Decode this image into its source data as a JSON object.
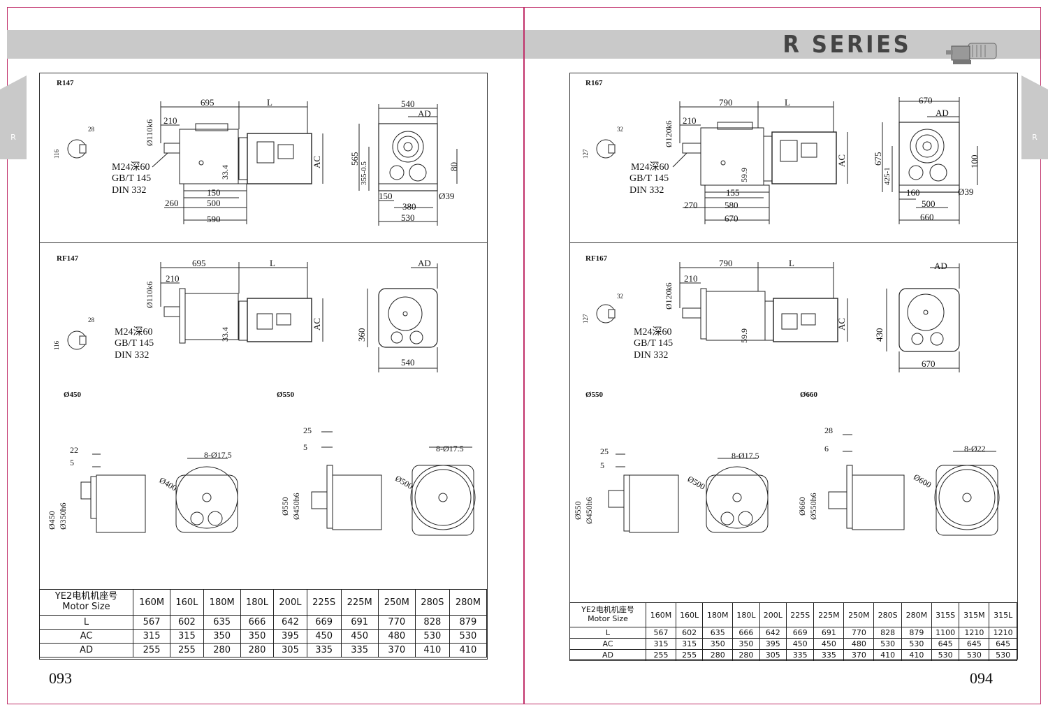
{
  "header": {
    "series_title": "R SERIES",
    "side_tab": "R"
  },
  "left": {
    "page_number": "093",
    "models": {
      "foot": "R147",
      "flange": "RF147"
    },
    "flange_labels": [
      "Ø450",
      "Ø550"
    ],
    "dims_foot": {
      "d695": "695",
      "dL": "L",
      "d210": "210",
      "shaft": "Ø110k6",
      "thread": "M24深60",
      "std1": "GB/T 145",
      "std2": "DIN 332",
      "d334": "33.4",
      "d150": "150",
      "d260": "260",
      "d500": "500",
      "d590": "590",
      "dAC": "AC",
      "d540": "540",
      "dAD": "AD",
      "d565": "565",
      "d355": "355-0.5",
      "d80": "80",
      "d150b": "150",
      "d380": "380",
      "dO39": "Ø39",
      "d530": "530",
      "key28": "28",
      "key116": "116"
    },
    "dims_flange": {
      "d695": "695",
      "dL": "L",
      "d210": "210",
      "shaft": "Ø110k6",
      "thread": "M24深60",
      "std1": "GB/T 145",
      "std2": "DIN 332",
      "d334": "33.4",
      "dAC": "AC",
      "dAD": "AD",
      "d360": "360",
      "d540": "540",
      "key28": "28",
      "key116": "116"
    },
    "flange_a": {
      "d22": "22",
      "d5": "5",
      "o450": "Ø450",
      "o350": "Ø350h6",
      "o400": "Ø400",
      "holes": "8-Ø17.5"
    },
    "flange_b": {
      "d25": "25",
      "d5": "5",
      "o550": "Ø550",
      "o450": "Ø450h6",
      "o500": "Ø500",
      "holes": "8-Ø17.5"
    },
    "table": {
      "header_cn": "YE2电机机座号",
      "header_en": "Motor Size",
      "sizes": [
        "160M",
        "160L",
        "180M",
        "180L",
        "200L",
        "225S",
        "225M",
        "250M",
        "280S",
        "280M"
      ],
      "rows": [
        {
          "label": "L",
          "values": [
            "567",
            "602",
            "635",
            "666",
            "642",
            "669",
            "691",
            "770",
            "828",
            "879"
          ]
        },
        {
          "label": "AC",
          "values": [
            "315",
            "315",
            "350",
            "350",
            "395",
            "450",
            "450",
            "480",
            "530",
            "530"
          ]
        },
        {
          "label": "AD",
          "values": [
            "255",
            "255",
            "280",
            "280",
            "305",
            "335",
            "335",
            "370",
            "410",
            "410"
          ]
        }
      ]
    }
  },
  "right": {
    "page_number": "094",
    "models": {
      "foot": "R167",
      "flange": "RF167"
    },
    "flange_labels": [
      "Ø550",
      "Ø660"
    ],
    "dims_foot": {
      "d695": "790",
      "dL": "L",
      "d210": "210",
      "shaft": "Ø120k6",
      "thread": "M24深60",
      "std1": "GB/T 145",
      "std2": "DIN 332",
      "d334": "59.9",
      "d150": "155",
      "d260": "270",
      "d500": "580",
      "d590": "670",
      "dAC": "AC",
      "d540": "670",
      "dAD": "AD",
      "d565": "675",
      "d355": "425-1",
      "d80": "100",
      "d150b": "160",
      "d380": "500",
      "dO39": "Ø39",
      "d530": "660",
      "key28": "32",
      "key116": "127"
    },
    "dims_flange": {
      "d695": "790",
      "dL": "L",
      "d210": "210",
      "shaft": "Ø120k6",
      "thread": "M24深60",
      "std1": "GB/T 145",
      "std2": "DIN 332",
      "d334": "59.9",
      "dAC": "AC",
      "dAD": "AD",
      "d360": "430",
      "d540": "670",
      "key28": "32",
      "key116": "127"
    },
    "flange_a": {
      "d22": "25",
      "d5": "5",
      "o450": "Ø550",
      "o350": "Ø450h6",
      "o400": "Ø500",
      "holes": "8-Ø17.5"
    },
    "flange_b": {
      "d25": "28",
      "d5": "6",
      "o550": "Ø660",
      "o450": "Ø550h6",
      "o500": "Ø600",
      "holes": "8-Ø22"
    },
    "table": {
      "header_cn": "YE2电机机座号",
      "header_en": "Motor Size",
      "sizes": [
        "160M",
        "160L",
        "180M",
        "180L",
        "200L",
        "225S",
        "225M",
        "250M",
        "280S",
        "280M",
        "315S",
        "315M",
        "315L"
      ],
      "rows": [
        {
          "label": "L",
          "values": [
            "567",
            "602",
            "635",
            "666",
            "642",
            "669",
            "691",
            "770",
            "828",
            "879",
            "1100",
            "1210",
            "1210"
          ]
        },
        {
          "label": "AC",
          "values": [
            "315",
            "315",
            "350",
            "350",
            "395",
            "450",
            "450",
            "480",
            "530",
            "530",
            "645",
            "645",
            "645"
          ]
        },
        {
          "label": "AD",
          "values": [
            "255",
            "255",
            "280",
            "280",
            "305",
            "335",
            "335",
            "370",
            "410",
            "410",
            "530",
            "530",
            "530"
          ]
        }
      ]
    }
  }
}
